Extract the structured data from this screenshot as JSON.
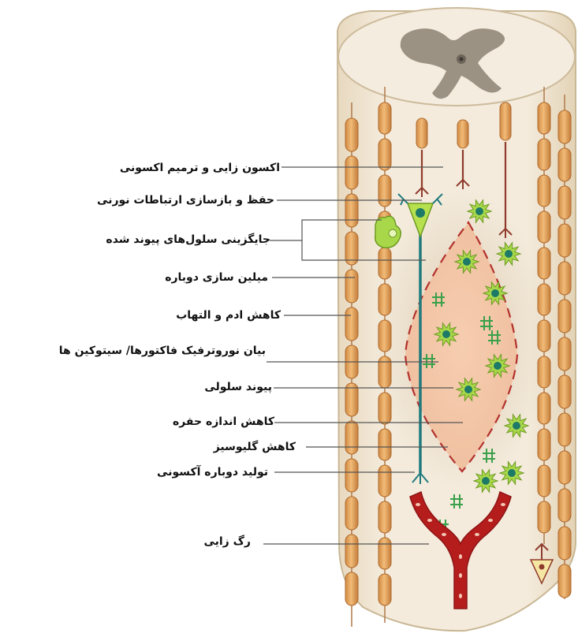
{
  "labels": [
    "اکسون زایی و ترمیم اکسونی",
    "حفظ و بازسازی ارتباطات نورنی",
    "جایگزینی سلول‌های پیوند شده",
    "میلین سازی دوباره",
    "کاهش ادم و التهاب",
    "بیان نوروترفیک فاکتورها/ سیتوکین ها",
    "پیوند سلولی",
    "کاهش اندازه حفره",
    "کاهش گلیوسیز",
    "تولید دوباره آکسونی",
    "رگ زایی"
  ],
  "colors": {
    "cord_fill": "#f1e6d3",
    "cord_outline": "#c9b795",
    "grey_matter": "#9c9283",
    "myelin": "#e3a25c",
    "axon": "#8f3b2c",
    "lesion_fill": "#f5c8aa",
    "lesion_border": "#b3312c",
    "graft_cell": "#a8d84a",
    "graft_nucleus": "#1d7a67",
    "neuron_axon": "#1f7a7e",
    "vessel": "#b51d1d",
    "leader_line": "#555555"
  }
}
